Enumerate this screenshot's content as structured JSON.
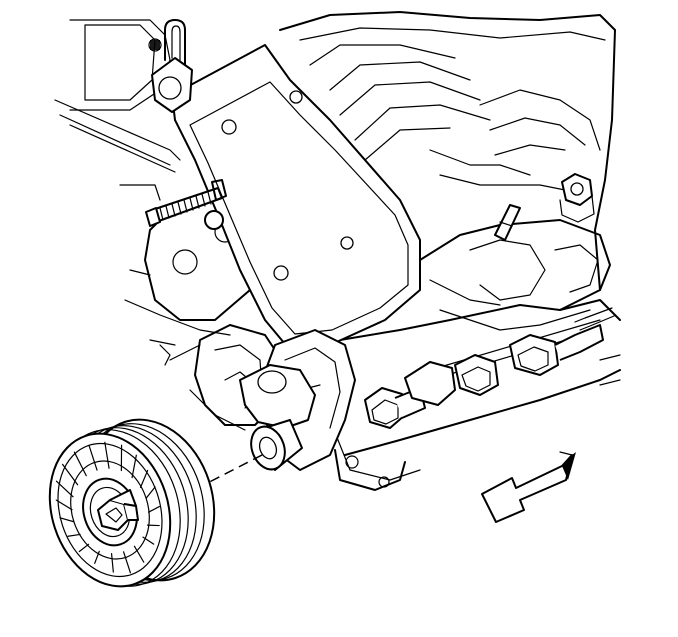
{
  "diagram": {
    "subject": "idler-pulley-removal",
    "components": [
      "engine-block",
      "mounting-bracket",
      "threaded-stud",
      "spacer-bushing",
      "idler-pulley",
      "center-bolt",
      "cylinder-head",
      "bolts",
      "direction-arrow"
    ],
    "colors": {
      "line": "#000000",
      "background": "#ffffff"
    },
    "arrow_direction": "front-left"
  }
}
